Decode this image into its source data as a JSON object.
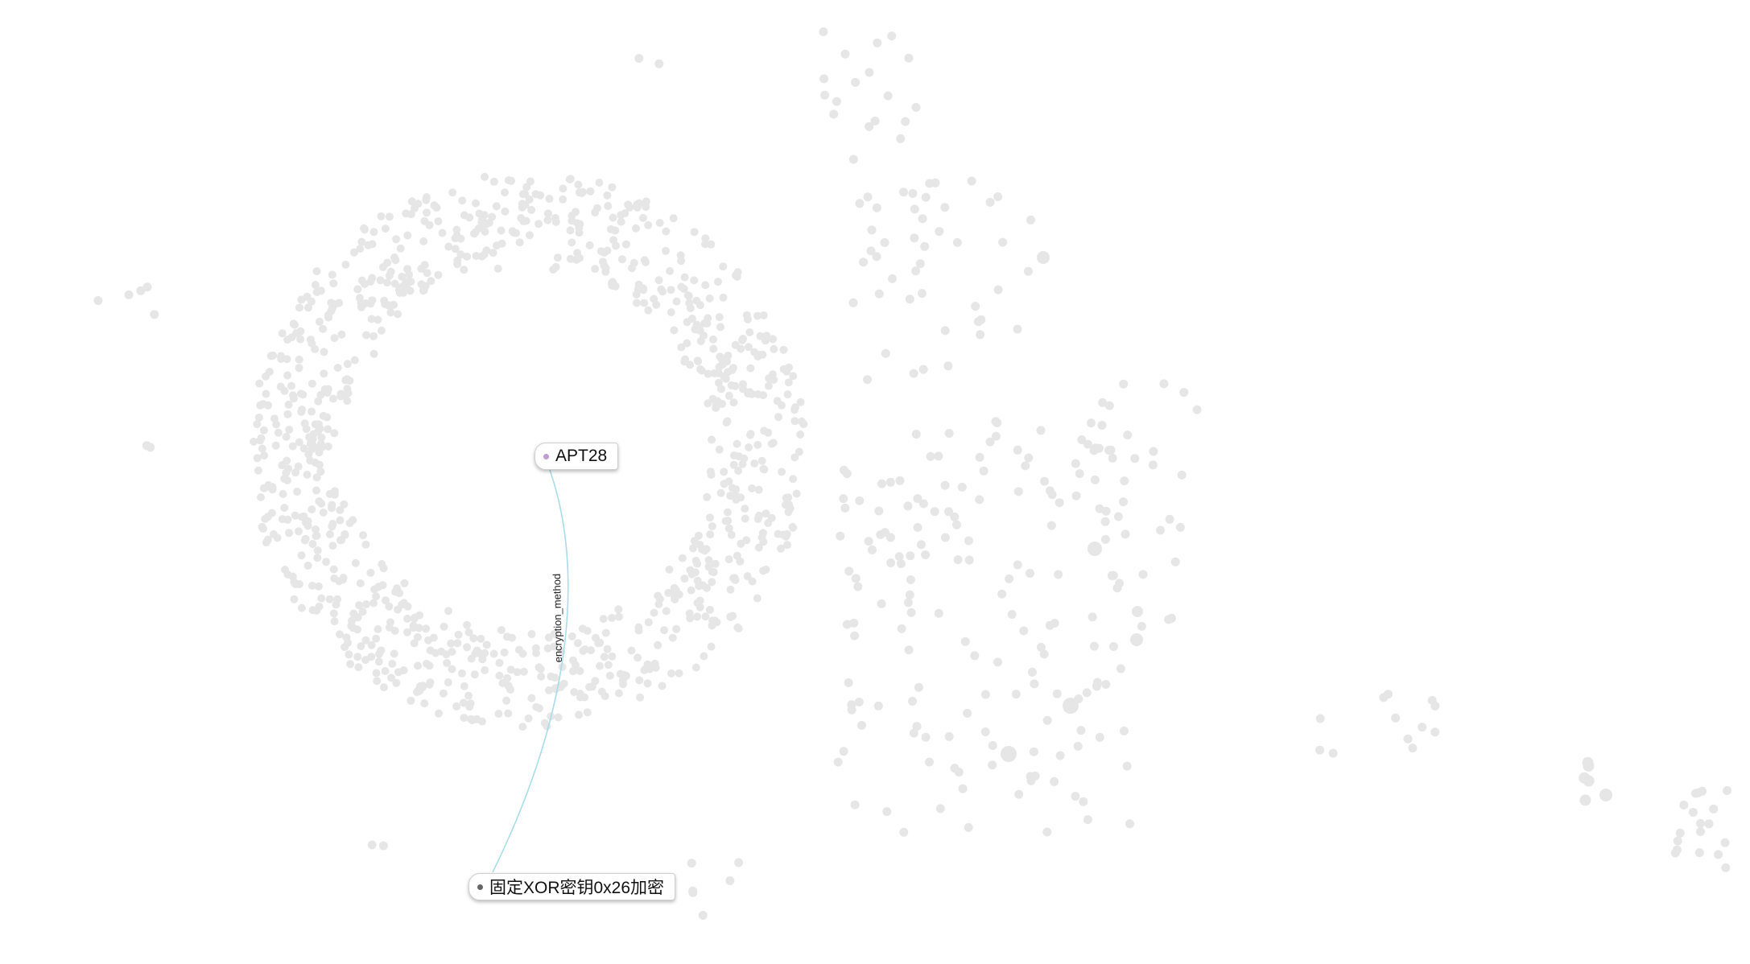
{
  "graph": {
    "nodes": [
      {
        "id": "apt28",
        "label": "APT28",
        "dot_color": "#c39bd3"
      },
      {
        "id": "xor",
        "label": "固定XOR密钥0x26加密",
        "dot_color": "#666666"
      }
    ],
    "edges": [
      {
        "source": "apt28",
        "target": "xor",
        "label": "encryption_method",
        "color": "#a9dcea"
      }
    ],
    "background_node_color": "#e6e6e6"
  }
}
